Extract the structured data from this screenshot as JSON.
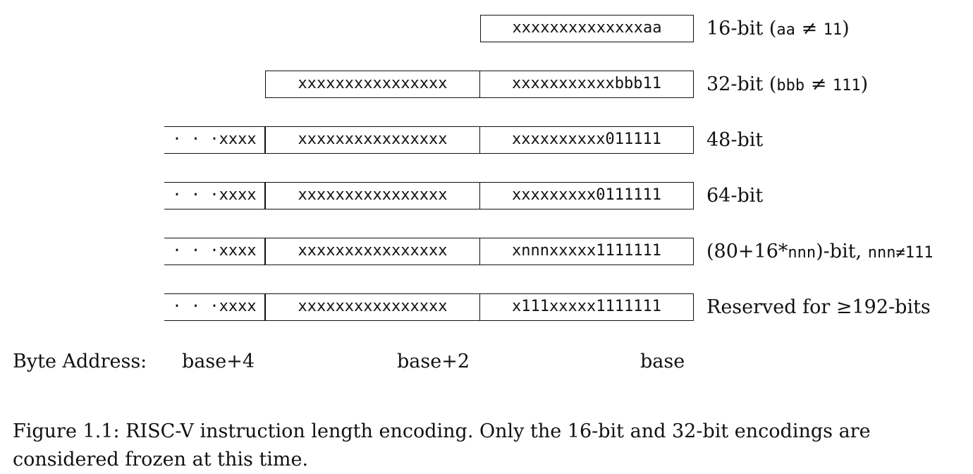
{
  "rows": [
    {
      "cells": [
        "",
        "",
        "xxxxxxxxxxxxxxaa"
      ],
      "label_parts": [
        "16-bit (",
        "aa",
        " ≠ ",
        "11",
        ")"
      ]
    },
    {
      "cells": [
        "",
        "xxxxxxxxxxxxxxxx",
        "xxxxxxxxxxxbbb11"
      ],
      "label_parts": [
        "32-bit (",
        "bbb",
        " ≠ ",
        "111",
        ")"
      ]
    },
    {
      "cells": [
        "· · ·xxxx",
        "xxxxxxxxxxxxxxxx",
        "xxxxxxxxxx011111"
      ],
      "label_parts": [
        "48-bit",
        "",
        "",
        "",
        ""
      ]
    },
    {
      "cells": [
        "· · ·xxxx",
        "xxxxxxxxxxxxxxxx",
        "xxxxxxxxx0111111"
      ],
      "label_parts": [
        "64-bit",
        "",
        "",
        "",
        ""
      ]
    },
    {
      "cells": [
        "· · ·xxxx",
        "xxxxxxxxxxxxxxxx",
        "xnnnxxxxx1111111"
      ],
      "label_parts": [
        "(80+16*",
        "nnn",
        ")-bit, ",
        "nnn",
        "≠111"
      ]
    },
    {
      "cells": [
        "· · ·xxxx",
        "xxxxxxxxxxxxxxxx",
        "x111xxxxx1111111"
      ],
      "label_parts": [
        "Reserved for ≥192-bits",
        "",
        "",
        "",
        ""
      ]
    }
  ],
  "byte_address": {
    "label": "Byte Address:",
    "positions": [
      "base+4",
      "base+2",
      "base"
    ]
  },
  "caption": "Figure 1.1: RISC-V instruction length encoding. Only the 16-bit and 32-bit encodings are considered frozen at this time."
}
